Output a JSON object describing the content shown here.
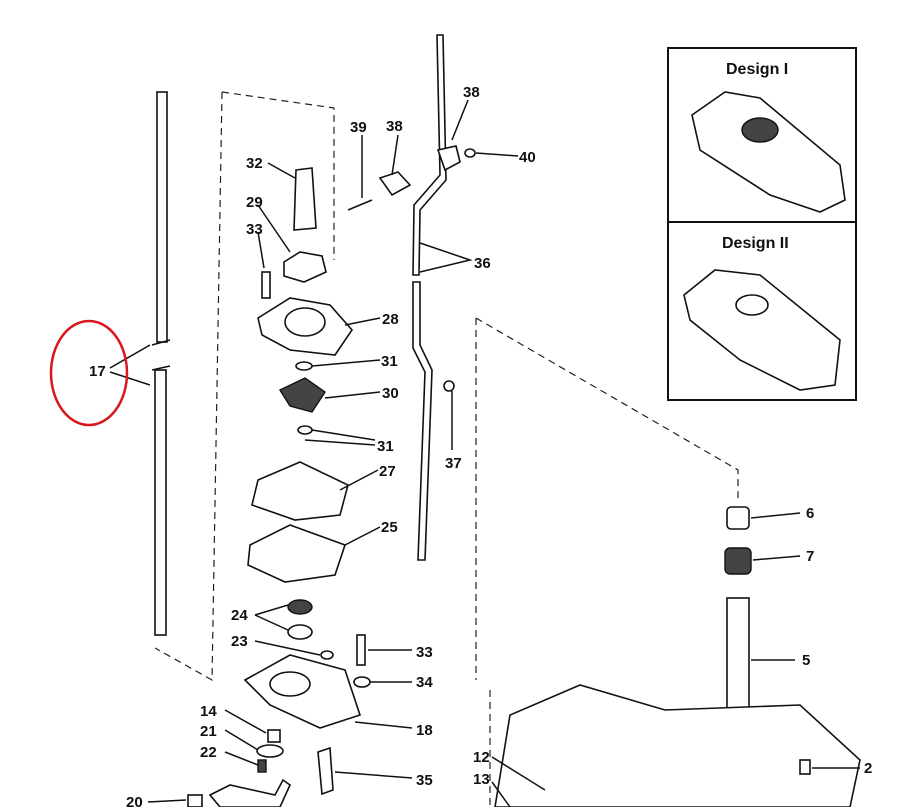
{
  "designs": {
    "design_1": "Design I",
    "design_2": "Design II"
  },
  "callouts": {
    "c17": "17",
    "c32": "32",
    "c39": "39",
    "c38a": "38",
    "c38b": "38",
    "c40": "40",
    "c29": "29",
    "c33a": "33",
    "c36": "36",
    "c28": "28",
    "c31a": "31",
    "c30": "30",
    "c31b": "31",
    "c37": "37",
    "c27": "27",
    "c25": "25",
    "c24": "24",
    "c23": "23",
    "c33b": "33",
    "c34": "34",
    "c14": "14",
    "c21": "21",
    "c22": "22",
    "c18": "18",
    "c35": "35",
    "c20": "20",
    "c12": "12",
    "c13": "13",
    "c6": "6",
    "c7": "7",
    "c5": "5",
    "c2": "2"
  },
  "colors": {
    "highlight": "#d9161c"
  }
}
